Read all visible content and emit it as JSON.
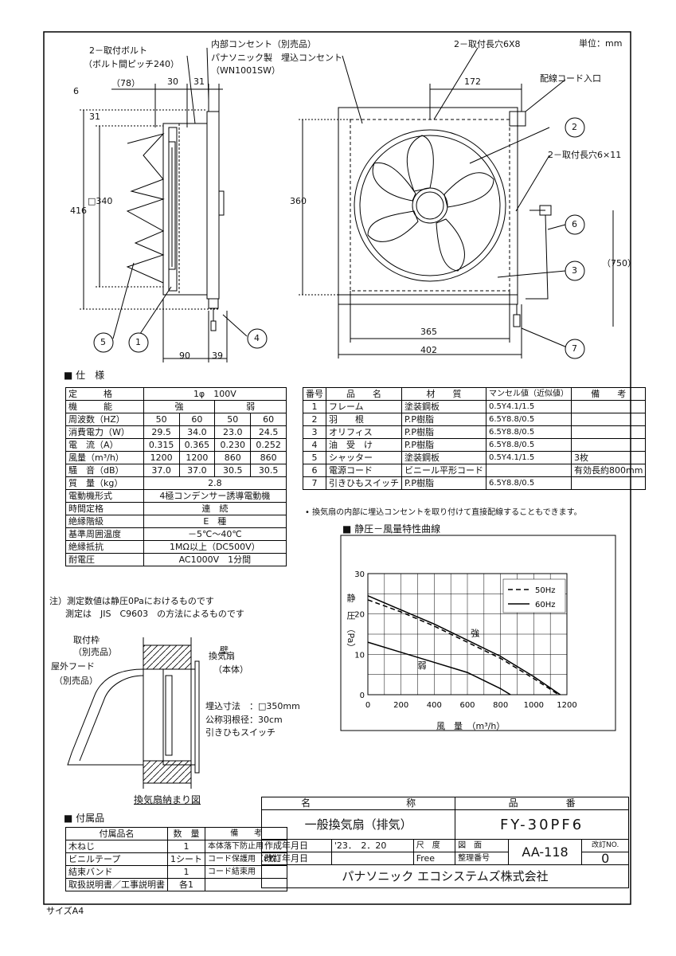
{
  "unit": "単位：mm",
  "size_label": "サイズA4",
  "callouts": {
    "bolt": "2－取付ボルト",
    "bolt_pitch": "（ボルト間ピッチ240）",
    "outlet1": "内部コンセント（別売品）",
    "outlet2": "パナソニック製　埋込コンセント",
    "outlet3": "（WN1001SW）",
    "slot_top": "2－取付長穴6X8",
    "cord_in": "配線コード入口",
    "slot_side": "2－取付長穴6×11"
  },
  "dims": {
    "d78": "（78）",
    "d30": "30",
    "d31": "31",
    "d6": "6",
    "d31b": "31",
    "d416": "416",
    "d340": "□340",
    "d90": "90",
    "d39": "39",
    "d172": "172",
    "d360": "360",
    "d750": "（750）",
    "d365": "365",
    "d402": "402"
  },
  "balloons": [
    "1",
    "2",
    "3",
    "4",
    "5",
    "6",
    "7"
  ],
  "spec_title": "仕　様",
  "spec_rows": [
    [
      "定　　　格",
      "1φ　100V"
    ],
    [
      "機　　　能",
      "強",
      "弱"
    ],
    [
      "周波数（HZ）",
      "50",
      "60",
      "50",
      "60"
    ],
    [
      "消費電力（W）",
      "29.5",
      "34.0",
      "23.0",
      "24.5"
    ],
    [
      "電　流（A）",
      "0.315",
      "0.365",
      "0.230",
      "0.252"
    ],
    [
      "風量（m³/h）",
      "1200",
      "1200",
      "860",
      "860"
    ],
    [
      "騒　音（dB）",
      "37.0",
      "37.0",
      "30.5",
      "30.5"
    ],
    [
      "質　量（kg）",
      "2.8"
    ],
    [
      "電動機形式",
      "4極コンデンサー誘導電動機"
    ],
    [
      "時間定格",
      "連　続"
    ],
    [
      "絶縁階級",
      "E　種"
    ],
    [
      "基準周囲温度",
      "－5℃～40℃"
    ],
    [
      "絶縁抵抗",
      "1MΩ以上（DC500V）"
    ],
    [
      "耐電圧",
      "AC1000V　1分間"
    ]
  ],
  "parts_header": [
    "番号",
    "品　　名",
    "材　　質",
    "マンセル値（近似値）",
    "備　　考"
  ],
  "parts_rows": [
    [
      "1",
      "フレーム",
      "塗装鋼板",
      "0.5Y4.1/1.5",
      ""
    ],
    [
      "2",
      "羽　　根",
      "P.P樹脂",
      "6.5Y8.8/0.5",
      ""
    ],
    [
      "3",
      "オリフィス",
      "P.P樹脂",
      "6.5Y8.8/0.5",
      ""
    ],
    [
      "4",
      "油　受　け",
      "P.P樹脂",
      "6.5Y8.8/0.5",
      ""
    ],
    [
      "5",
      "シャッター",
      "塗装鋼板",
      "0.5Y4.1/1.5",
      "3枚"
    ],
    [
      "6",
      "電源コード",
      "ビニール平形コード",
      "",
      "有効長約800mm"
    ],
    [
      "7",
      "引きひもスイッチ",
      "P.P樹脂",
      "6.5Y8.8/0.5",
      ""
    ]
  ],
  "parts_note": "• 換気扇の内部に埋込コンセントを取り付けて直接配線することもできます。",
  "notes": [
    "注）測定数値は静圧0Paにおけるものです",
    "測定は　JIS　C9603　の方法によるものです"
  ],
  "chart_data": {
    "type": "line",
    "title": "静圧－風量特性曲線",
    "xlabel": "風　量　（m³/h）",
    "ylabel": "静　圧　（Pa）",
    "xlim": [
      0,
      1200
    ],
    "ylim": [
      0,
      30
    ],
    "x_ticks": [
      "0",
      "200",
      "400",
      "600",
      "800",
      "1000",
      "1200"
    ],
    "y_ticks": [
      "0",
      "10",
      "20",
      "30"
    ],
    "grid": true,
    "legend_position": "top-right",
    "series": [
      {
        "name": "50Hz",
        "style": "dashed",
        "x": [
          0,
          200,
          400,
          600,
          800,
          1000,
          1150
        ],
        "y": [
          23.5,
          20.5,
          17,
          13,
          9,
          4,
          0
        ]
      },
      {
        "name": "60Hz",
        "style": "solid",
        "x": [
          0,
          200,
          400,
          600,
          800,
          1000,
          1160
        ],
        "y": [
          24.5,
          21,
          17.5,
          13.5,
          9.5,
          4.5,
          0
        ]
      },
      {
        "name": "",
        "style": "solid",
        "x": [
          0,
          200,
          400,
          600,
          800,
          860
        ],
        "y": [
          13,
          10.5,
          8,
          5.5,
          1.5,
          0
        ]
      }
    ],
    "annotations": [
      "強",
      "弱"
    ]
  },
  "install": {
    "title": "換気扇納まり図",
    "frame": "取付枠",
    "frame_sub": "（別売品）",
    "wall": "壁",
    "hood": "屋外フード",
    "hood_sub": "（別売品）",
    "fan": "換気扇",
    "fan_sub": "（本体）",
    "spec1": "埋込寸法　：□350mm",
    "spec2": "公称羽根径：30cm",
    "spec3": "引きひもスイッチ"
  },
  "accessories_title": "付属品",
  "acc_header": [
    "付属品名",
    "数　量",
    "備　　考"
  ],
  "acc_rows": [
    [
      "木ねじ",
      "1",
      "本体落下防止用"
    ],
    [
      "ビニルテープ",
      "1シート",
      "コード保護用（8枚）"
    ],
    [
      "結束バンド",
      "1",
      "コード結束用"
    ],
    [
      "取扱説明書／工事説明書",
      "各1",
      ""
    ]
  ],
  "titleblock": {
    "name_h": "名　　　　　　　　　　称",
    "no_h": "品　　　　　番",
    "name": "一般換気扇（排気）",
    "model": "FY-30PF6",
    "created_l": "作成年月日",
    "created": "'23．　2．20",
    "scale_l": "尺　度",
    "scale": "Free",
    "drawing_l": "図　面",
    "mgmt_l": "整理番号",
    "mgmt": "AA-118",
    "rev_l": "改訂NO.",
    "rev": "0",
    "revised_l": "改訂年月日",
    "company": "パナソニック エコシステムズ株式会社"
  }
}
